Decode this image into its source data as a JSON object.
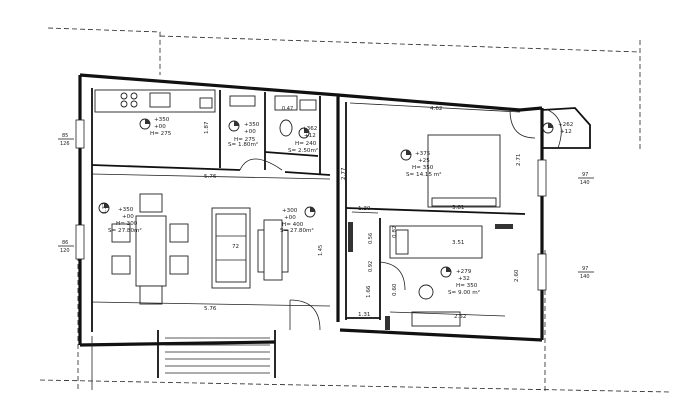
{
  "rooms": {
    "kitchen": {
      "elev": "+350",
      "sub": "+00",
      "height": "H= 275"
    },
    "bath_small": {
      "elev": "+350",
      "sub": "+00",
      "height": "H= 275",
      "area": "S= 1.80m²"
    },
    "bath": {
      "elev": "+362",
      "sub": "+12",
      "height": "H= 240",
      "area": "S= 2.50m²"
    },
    "living": {
      "elev": "+350",
      "sub": "+00",
      "height": "H= 300",
      "area": "S= 27.80m²"
    },
    "living_entry": {
      "elev": "+300",
      "sub": "+00",
      "height": "H= 400",
      "area": "S= 27.80m²"
    },
    "bedroom": {
      "elev": "+375",
      "sub": "+25",
      "height": "H= 350",
      "area": "S= 14.15 m²"
    },
    "bedroom2": {
      "elev": "+279",
      "sub": "+32",
      "height": "H= 350",
      "area": "S= 9.00 m²"
    },
    "balcony": {
      "elev": "+262",
      "sub": "+12"
    }
  },
  "dimensions": {
    "d_576_top": "5.76",
    "d_576_bot": "5.76",
    "d_462": "4.62",
    "d_271": "2.71",
    "d_130": "1.30",
    "d_381": "3.81",
    "d_351": "3.51",
    "d_260": "2.60",
    "d_252": "2.52",
    "d_131": "1.31",
    "d_166": "1.66",
    "d_082": "0.82",
    "d_060": "0.60",
    "d_277": "2.77",
    "d_187": "1.87",
    "d_072": "72",
    "d_047": "0.47",
    "d_145": "1.45",
    "d_056": "0.56",
    "d_092": "0.92",
    "d_132": "1.32"
  },
  "windows": {
    "w_left_top": {
      "w": "85",
      "h": "126"
    },
    "w_left_mid": {
      "w": "86",
      "h": "120"
    },
    "w_right_top": {
      "w": "97",
      "h": "140"
    },
    "w_right_mid": {
      "w": "97",
      "h": "140"
    }
  }
}
